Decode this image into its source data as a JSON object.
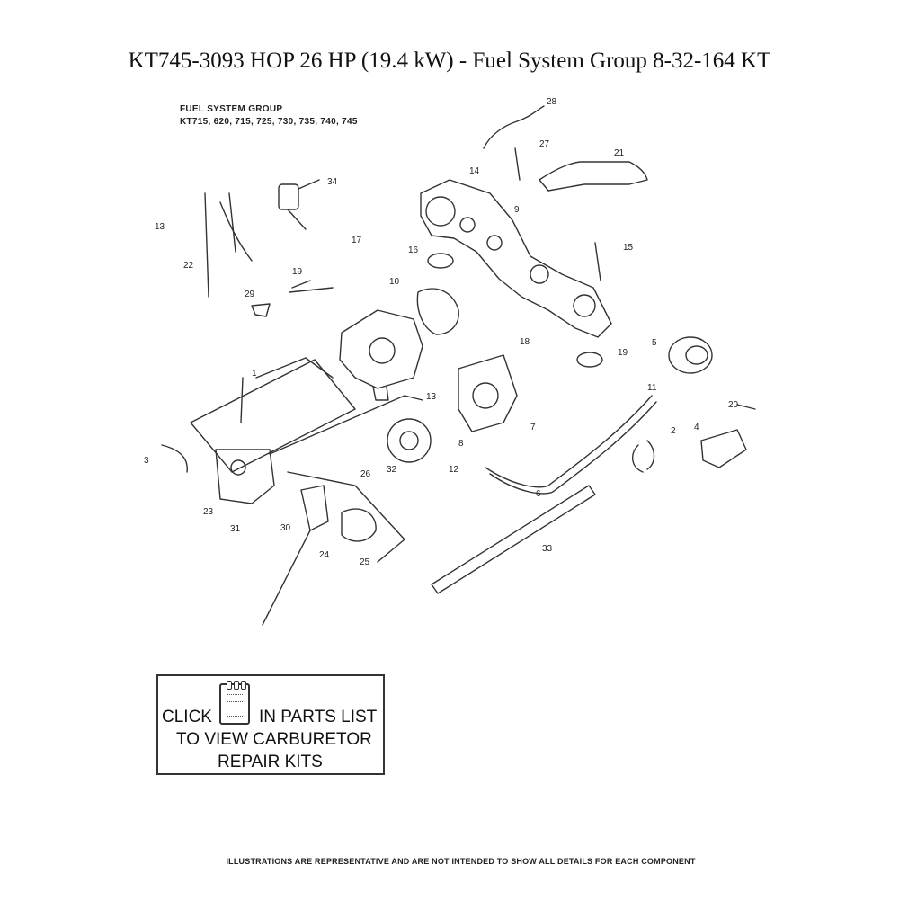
{
  "header": {
    "title": "KT745-3093 HOP 26 HP (19.4 kW) - Fuel System Group 8-32-164 KT"
  },
  "diagram": {
    "group_title": "FUEL SYSTEM GROUP",
    "group_models": "KT715, 620, 715, 725, 730, 735, 740, 745",
    "callouts": [
      "28",
      "27",
      "21",
      "14",
      "34",
      "13",
      "17",
      "16",
      "22",
      "19",
      "29",
      "15",
      "10",
      "18",
      "5",
      "19",
      "1",
      "13",
      "11",
      "20",
      "7",
      "4",
      "2",
      "6",
      "3",
      "12",
      "32",
      "26",
      "23",
      "31",
      "30",
      "24",
      "25",
      "33",
      "8",
      "9"
    ]
  },
  "kit_notice": {
    "line1_left": "CLICK",
    "line1_right": "IN PARTS LIST",
    "line2": "TO VIEW CARBURETOR",
    "line3": "REPAIR KITS",
    "icon": "notepad-icon"
  },
  "footer": {
    "disclaimer": "ILLUSTRATIONS ARE REPRESENTATIVE AND ARE NOT INTENDED TO SHOW ALL DETAILS FOR EACH COMPONENT"
  }
}
